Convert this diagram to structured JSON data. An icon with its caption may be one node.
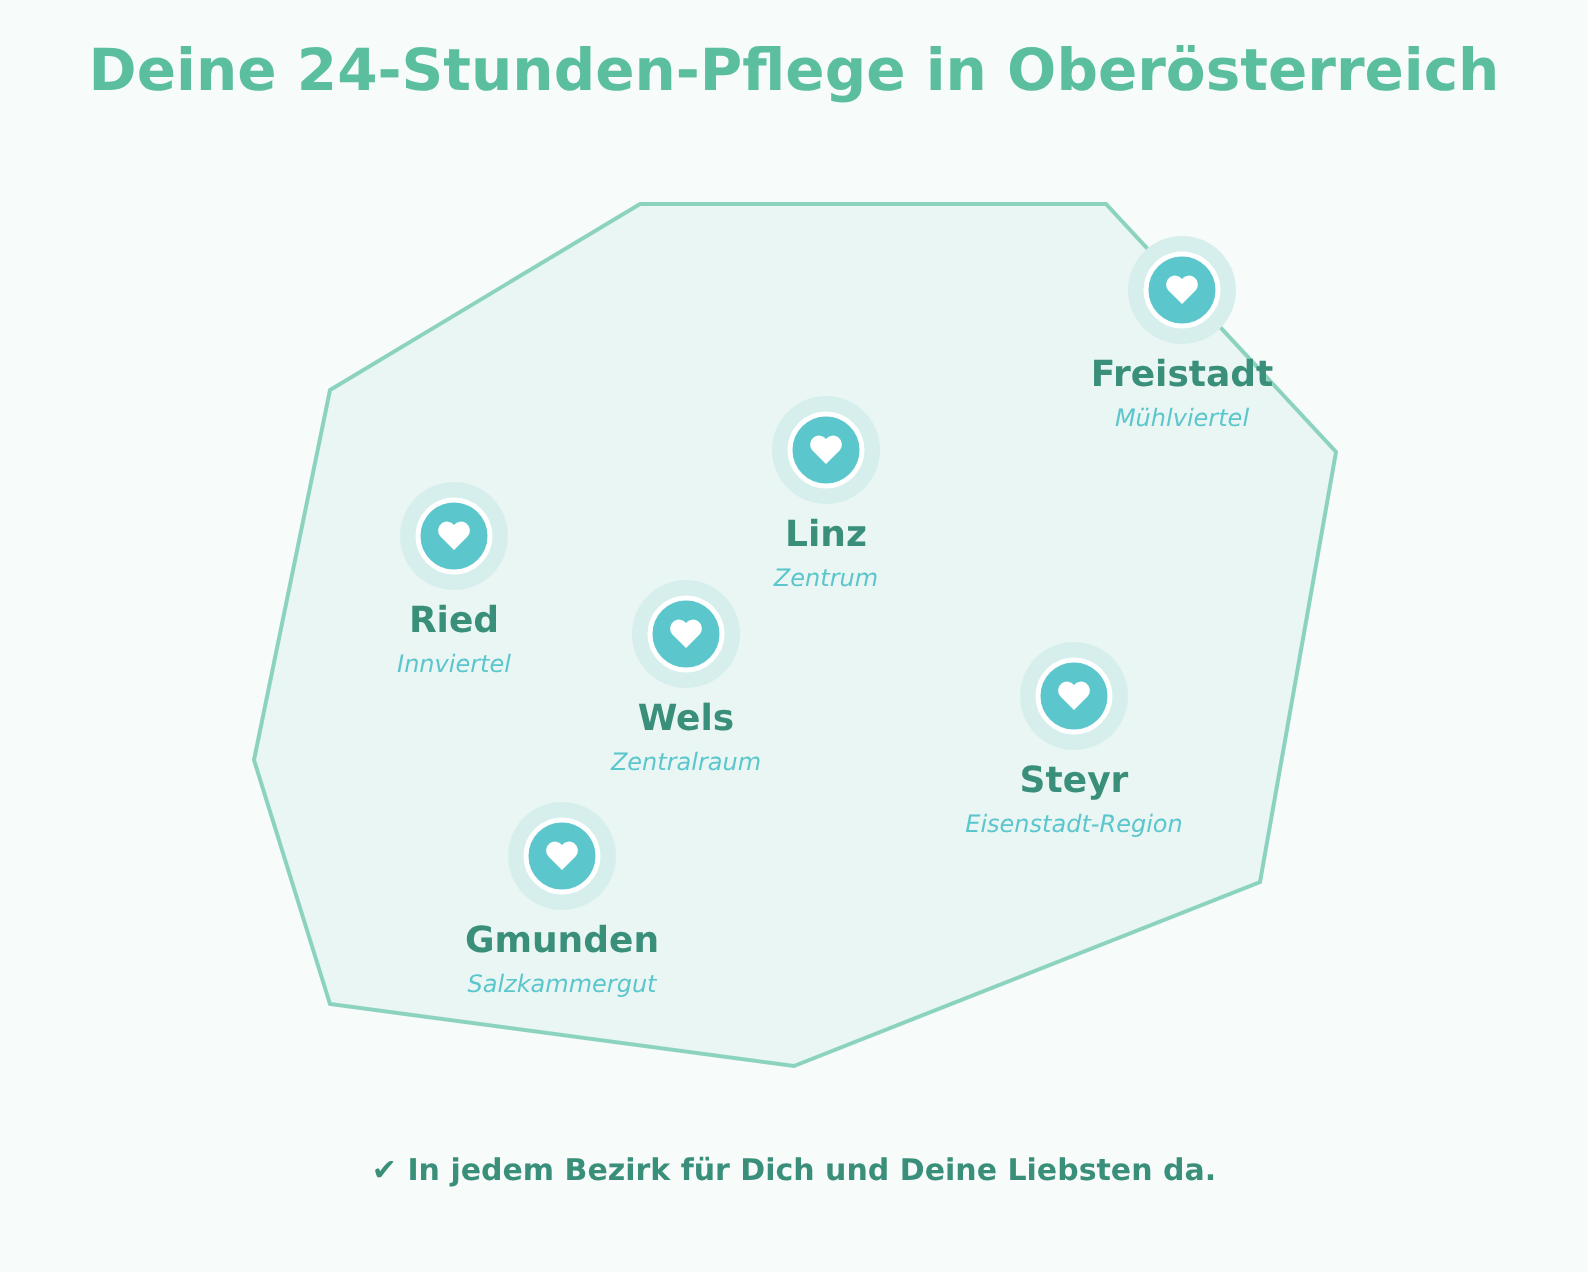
{
  "diagram": {
    "title": "Deine 24-Stunden-Pflege in Oberösterreich",
    "nodes": [
      {
        "text": [
          "Freistadt",
          "Mühlviertel"
        ]
      },
      {
        "text": [
          "Linz",
          "Zentrum"
        ]
      },
      {
        "text": [
          "Ried",
          "Innviertel"
        ]
      },
      {
        "text": [
          "Wels",
          "Zentralraum"
        ]
      },
      {
        "text": [
          "Steyr",
          "Eisenstadt-Region"
        ]
      },
      {
        "text": [
          "Gmunden",
          "Salzkammergut"
        ]
      }
    ],
    "labels": [
      "✔ In jedem Bezirk für Dich und Deine Liebsten da."
    ]
  }
}
